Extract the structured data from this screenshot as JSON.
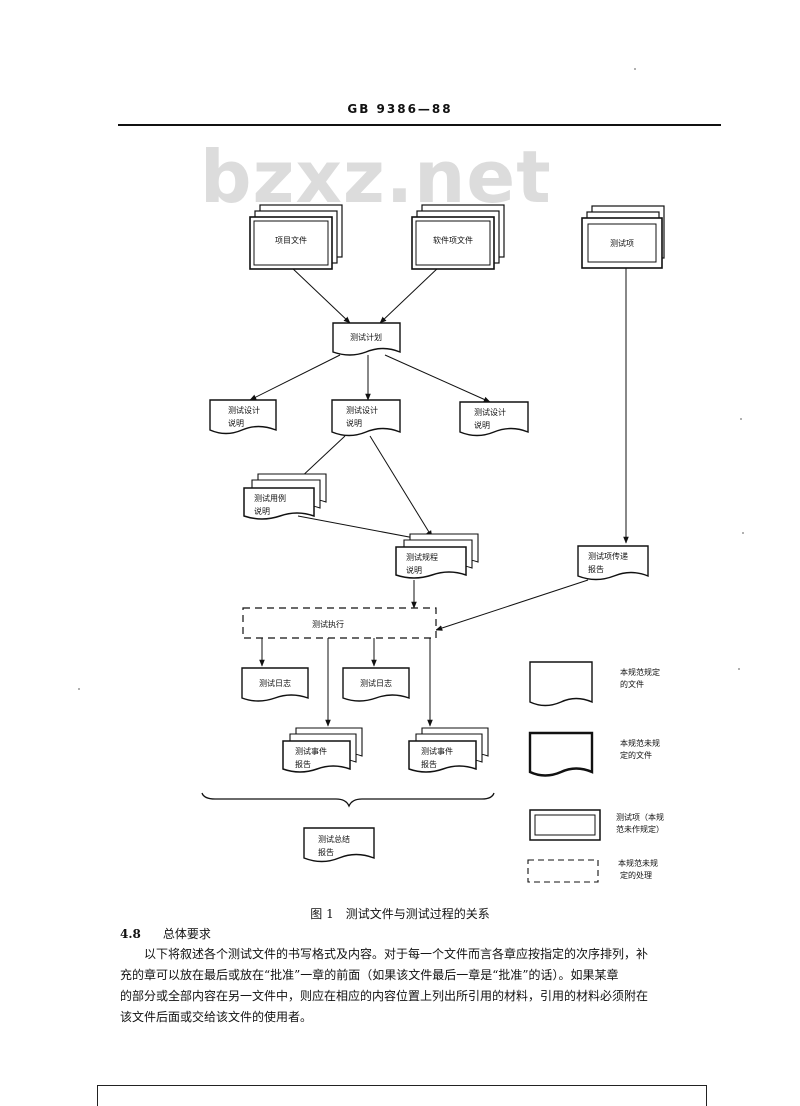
{
  "header": {
    "code": "GB 9386—88"
  },
  "watermark": "bzxz.net",
  "diagram": {
    "nodes": {
      "project_doc": "项目文件",
      "software_doc": "软件项文件",
      "test_item": "测试项",
      "test_plan": "测试计划",
      "design_left": [
        "测试设计",
        "说明"
      ],
      "design_mid": [
        "测试设计",
        "说明"
      ],
      "design_right": [
        "测试设计",
        "说明"
      ],
      "case_spec": [
        "测试用例",
        "说明"
      ],
      "proc_spec": [
        "测试规程",
        "说明"
      ],
      "transmittal": [
        "测试项传递",
        "报告"
      ],
      "execution": "测试执行",
      "log1": "测试日志",
      "log2": "测试日志",
      "incident1": [
        "测试事件",
        "报告"
      ],
      "incident2": [
        "测试事件",
        "报告"
      ],
      "summary": [
        "测试总结",
        "报告"
      ]
    },
    "legend": {
      "specified_doc": [
        "本规范规定",
        "的文件"
      ],
      "unspecified_doc": [
        "本规范未规",
        "定的文件"
      ],
      "test_item": [
        "测试项（本规",
        "范未作规定）"
      ],
      "unspecified_process": [
        "本规范未规",
        "定的处理"
      ]
    }
  },
  "caption": "图 1　测试文件与测试过程的关系",
  "section": {
    "number": "4.8",
    "title": "总体要求"
  },
  "paragraph": [
    "以下将叙述各个测试文件的书写格式及内容。对于每一个文件而言各章应按指定的次序排列，补",
    "充的章可以放在最后或放在“批准”一章的前面（如果该文件最后一章是“批准”的话）。如果某章",
    "的部分或全部内容在另一文件中，则应在相应的内容位置上列出所引用的材料，引用的材料必须附在",
    "该文件后面或交给该文件的使用者。"
  ]
}
